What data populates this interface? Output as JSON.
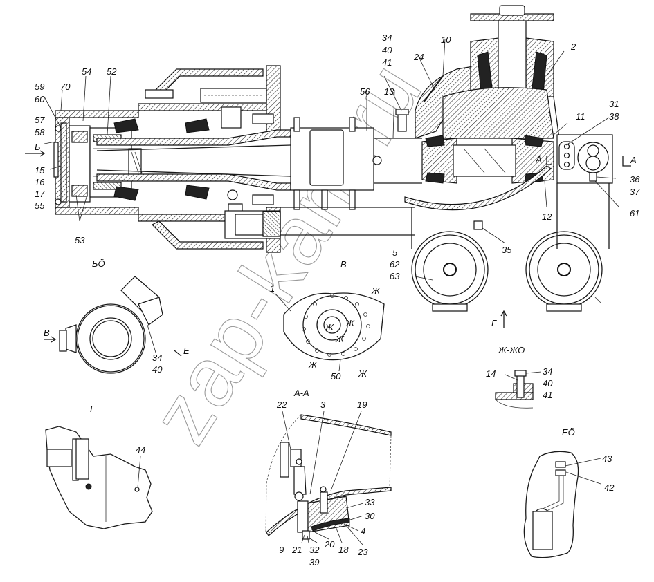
{
  "drawing": {
    "subject": "Drive axle assembly – sectional drawing with detail views",
    "watermark": "zap-kam.ru",
    "main_view_callouts": {
      "c59": "59",
      "c60": "60",
      "c70": "70",
      "c54": "54",
      "c52": "52",
      "c57": "57",
      "c58": "58",
      "cB_arrow": "Б",
      "c15": "15",
      "c16": "16",
      "c17": "17",
      "c55": "55",
      "c53": "53",
      "c56": "56",
      "c13": "13",
      "c34": "34",
      "c40": "40",
      "c41": "41",
      "c24": "24",
      "c10": "10",
      "c2": "2",
      "c11": "11",
      "c31": "31",
      "c38": "38",
      "cA_left": "А",
      "cA_right": "А",
      "c36": "36",
      "c37": "37",
      "c61": "61",
      "c12": "12",
      "c35": "35",
      "c5": "5",
      "c62": "62",
      "c63": "63",
      "cG_arrow": "Г"
    },
    "views": {
      "view_b": {
        "title": "БÖ",
        "arrow_v": "В",
        "arrow_e": "Е",
        "callouts": [
          "34",
          "40"
        ]
      },
      "view_v": {
        "title": "В",
        "section_marks": [
          "Ж",
          "Ж",
          "Ж",
          "Ж",
          "Ж",
          "Ж"
        ],
        "callouts": [
          "1",
          "50"
        ]
      },
      "section_zh": {
        "title": "Ж-ЖÖ",
        "callouts": [
          "14",
          "34",
          "40",
          "41"
        ]
      },
      "view_g": {
        "title": "Г",
        "callouts": [
          "44"
        ]
      },
      "section_aa": {
        "title": "А-А",
        "callouts_top": [
          "22",
          "3",
          "19"
        ],
        "callouts_right": [
          "33",
          "30",
          "4"
        ],
        "callouts_bottom": [
          "9",
          "21",
          "32",
          "20",
          "18",
          "23"
        ],
        "callouts_bottom2": [
          "39"
        ]
      },
      "view_e": {
        "title": "ЕÖ",
        "callouts": [
          "43",
          "42"
        ]
      }
    }
  }
}
